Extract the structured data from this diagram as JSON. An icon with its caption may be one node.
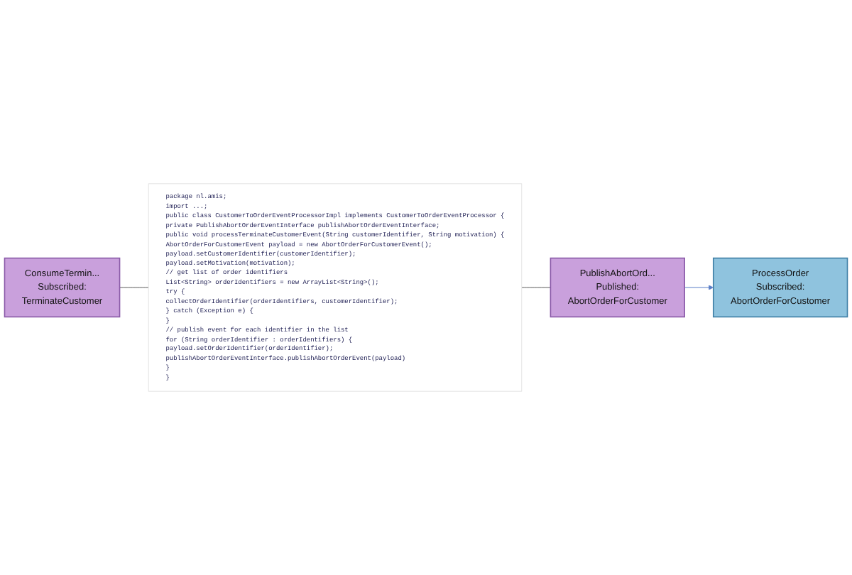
{
  "diagram": {
    "nodes": [
      {
        "text": [
          "ConsumeTermin...",
          "Subscribed:",
          "TerminateCustomer"
        ]
      },
      {
        "text": [
          "package nl.amis;",
          "import ...;",
          "public class CustomerToOrderEventProcessorImpl implements CustomerToOrderEventProcessor {",
          "private PublishAbortOrderEventInterface publishAbortOrderEventInterface;",
          "public void processTerminateCustomerEvent(String customerIdentifier, String motivation) {",
          "AbortOrderForCustomerEvent payload = new AbortOrderForCustomerEvent();",
          "payload.setCustomerIdentifier(customerIdentifier);",
          "payload.setMotivation(motivation);",
          "// get list of order identifiers",
          "List<String> orderIdentifiers = new ArrayList<String>();",
          "try {",
          "collectOrderIdentifier(orderIdentifiers, customerIdentifier);",
          "} catch (Exception e) {",
          "}",
          "// publish event for each identifier in the list",
          "for (String orderIdentifier : orderIdentifiers) {",
          "payload.setOrderIdentifier(orderIdentifier);",
          "publishAbortOrderEventInterface.publishAbortOrderEvent(payload)",
          "}",
          "}"
        ]
      },
      {
        "text": [
          "PublishAbortOrd...",
          "Published:",
          "AbortOrderForCustomer"
        ]
      },
      {
        "text": [
          "ProcessOrder",
          "Subscribed:",
          "AbortOrderForCustomer"
        ]
      }
    ],
    "edges": [
      {
        "from": 0,
        "to": 1,
        "arrow": "none"
      },
      {
        "from": 1,
        "to": 2,
        "arrow": "none"
      },
      {
        "from": 2,
        "to": 3,
        "arrow": "to",
        "color": "#5b7fc7"
      }
    ]
  }
}
